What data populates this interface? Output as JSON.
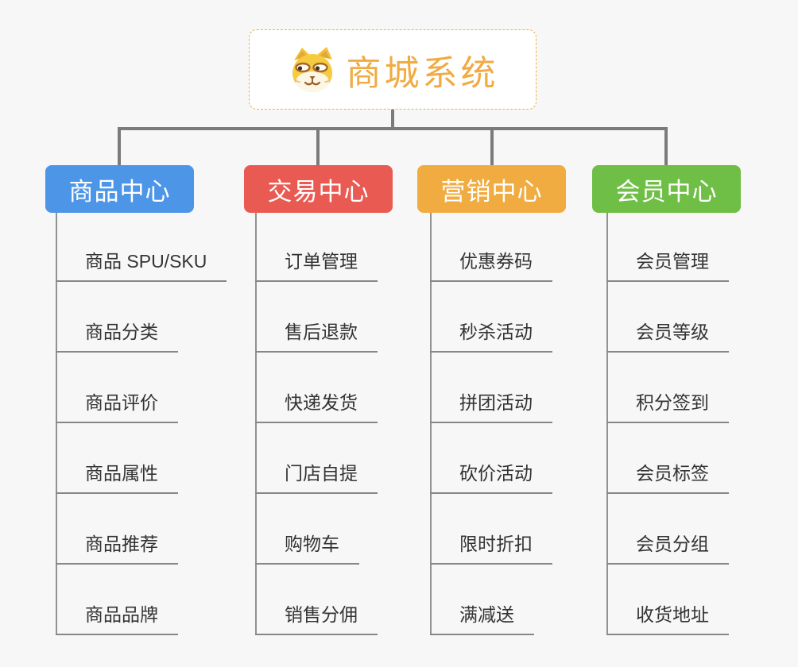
{
  "background_color": "#f7f7f7",
  "connector_color": "#7b7b7b",
  "tree_line_color": "#929292",
  "root": {
    "title": "商城系统",
    "icon": "shiba-dog-icon",
    "text_color": "#f0ab42",
    "border_color": "#e9ae52",
    "background": "#ffffff"
  },
  "branches": [
    {
      "label": "商品中心",
      "color": "#4d96e7",
      "header_style": "background-color:#4d96e7",
      "items": [
        "商品 SPU/SKU",
        "商品分类",
        "商品评价",
        "商品属性",
        "商品推荐",
        "商品品牌"
      ]
    },
    {
      "label": "交易中心",
      "color": "#e95a52",
      "header_style": "background-color:#e95a52",
      "items": [
        "订单管理",
        "售后退款",
        "快递发货",
        "门店自提",
        "购物车",
        "销售分佣"
      ]
    },
    {
      "label": "营销中心",
      "color": "#f0ac41",
      "header_style": "background-color:#f0ac41",
      "items": [
        "优惠券码",
        "秒杀活动",
        "拼团活动",
        "砍价活动",
        "限时折扣",
        "满减送"
      ]
    },
    {
      "label": "会员中心",
      "color": "#6fbe45",
      "header_style": "background-color:#6fbe45",
      "items": [
        "会员管理",
        "会员等级",
        "积分签到",
        "会员标签",
        "会员分组",
        "收货地址"
      ]
    }
  ]
}
